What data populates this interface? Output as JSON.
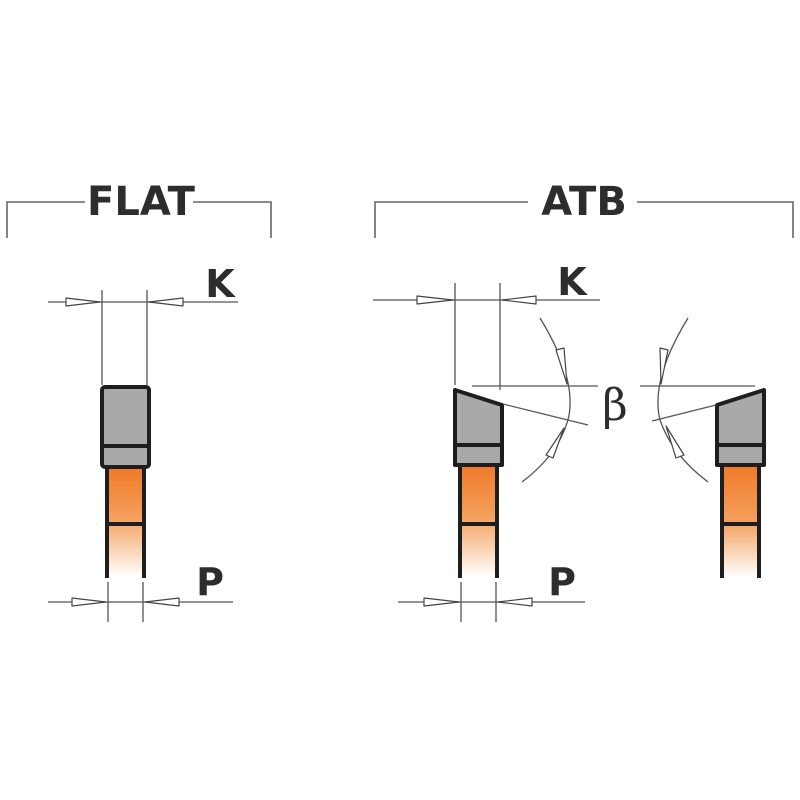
{
  "labels": {
    "flat": "FLAT",
    "atb": "ATB",
    "k_flat": "K",
    "k_atb": "K",
    "p_flat": "P",
    "p_atb": "P",
    "beta": "β"
  },
  "colors": {
    "carbide_gray": "#a9a9a9",
    "body_orange": "#f07a2a",
    "outline": "#1e1e1e",
    "dimension_line": "#555555"
  }
}
